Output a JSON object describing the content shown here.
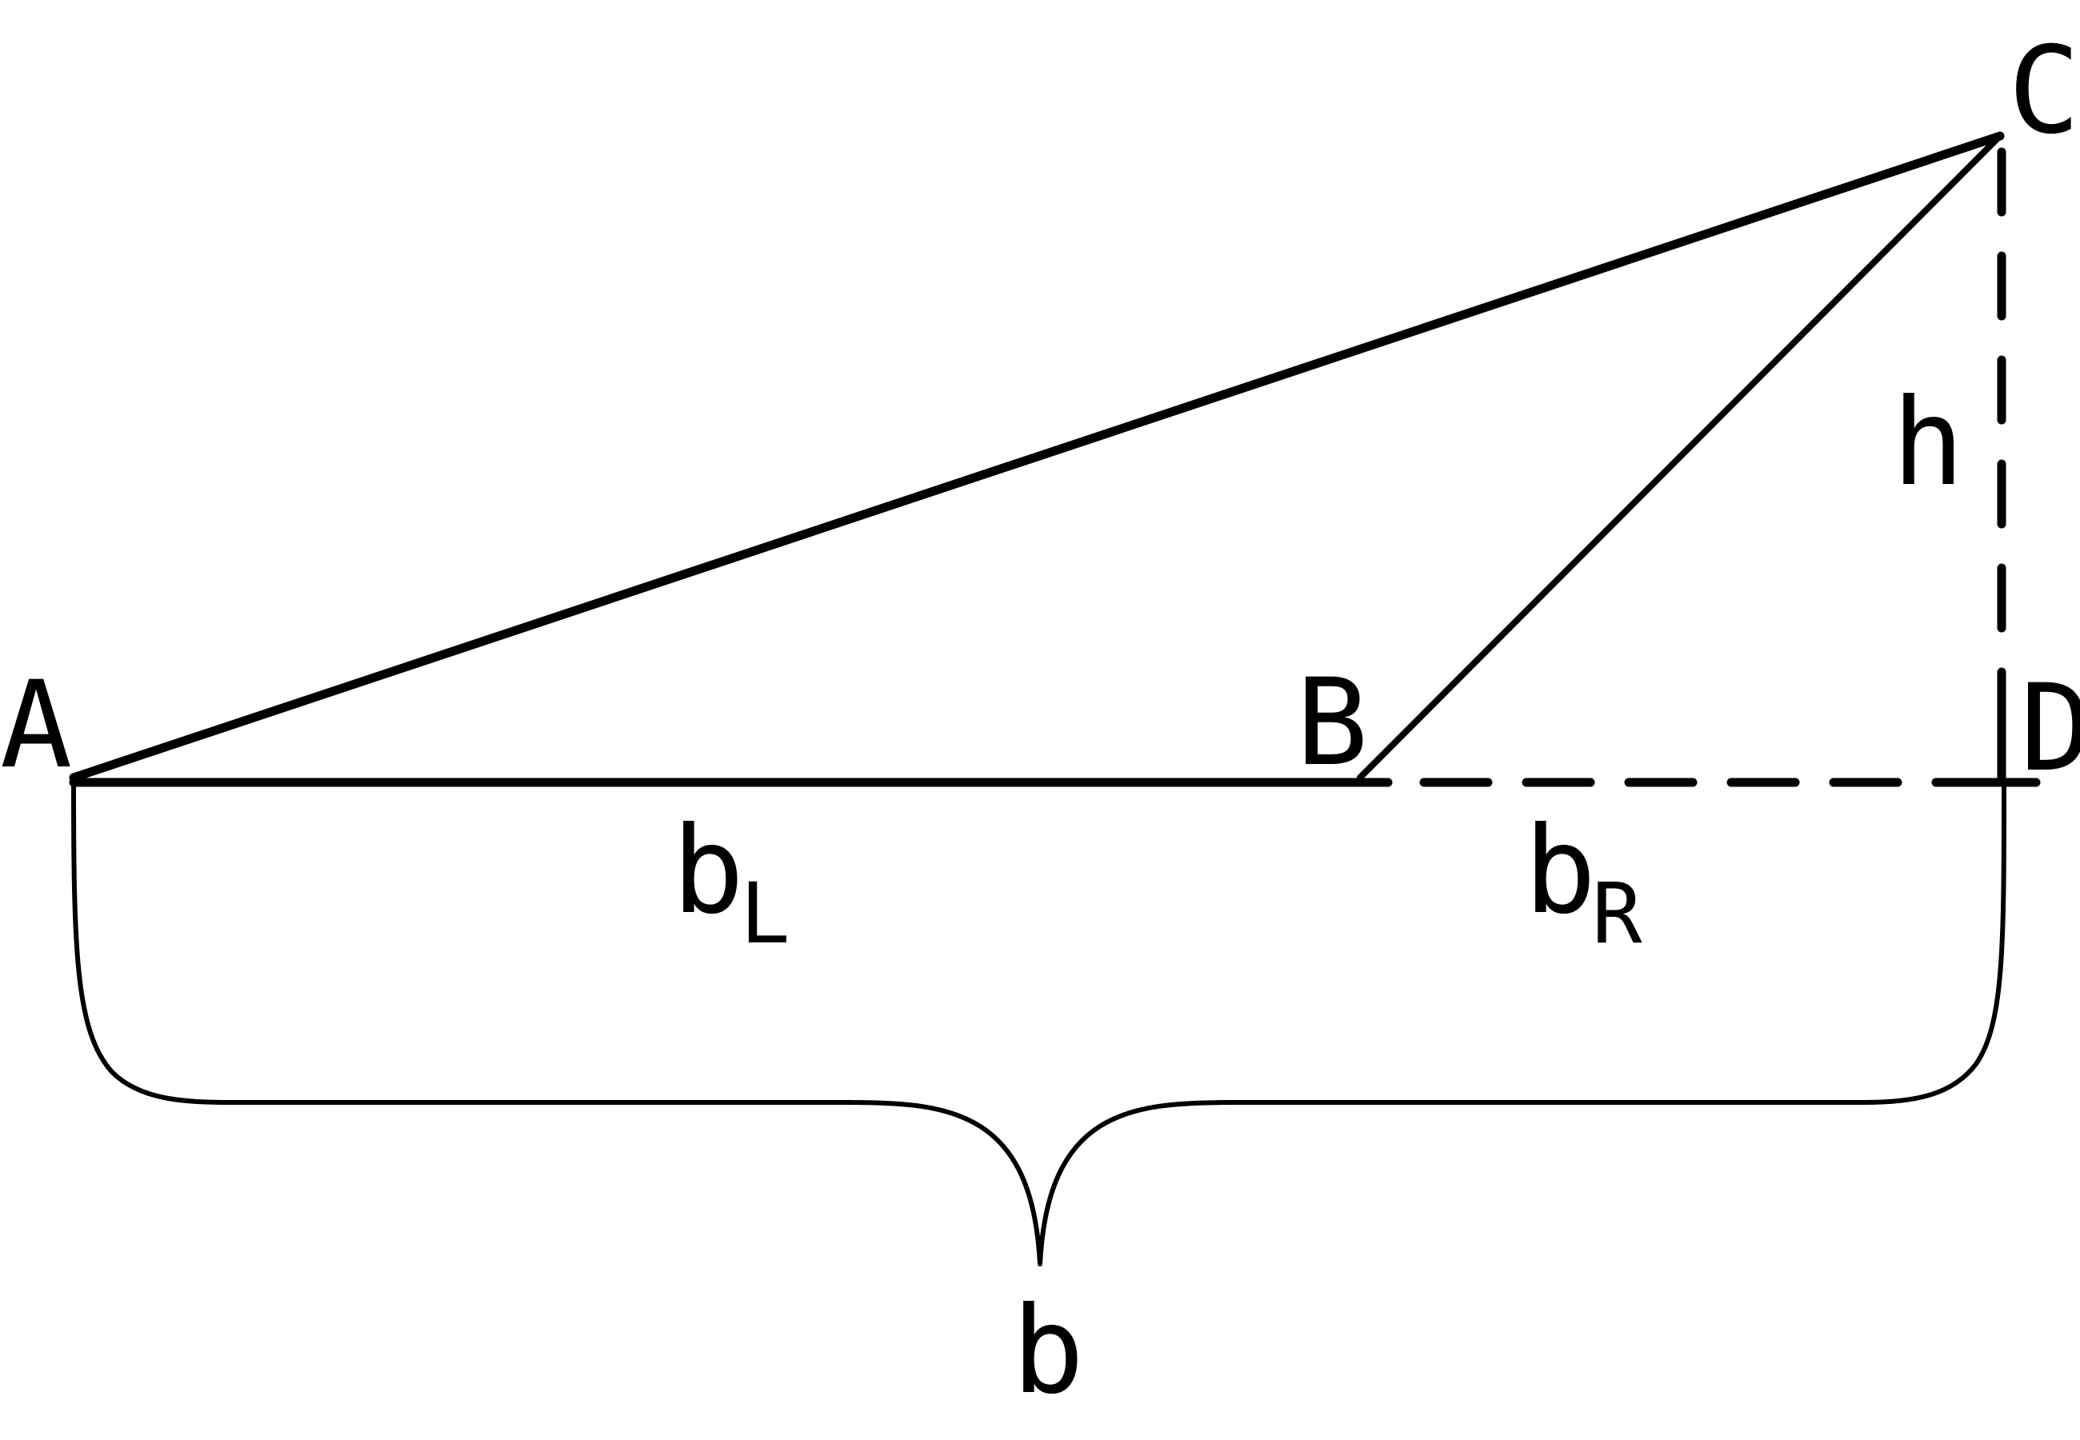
{
  "diagram": {
    "points": {
      "A": "A",
      "B": "B",
      "C": "C",
      "D": "D"
    },
    "labels": {
      "height": "h",
      "base_left": "b",
      "base_left_sub": "L",
      "base_right": "b",
      "base_right_sub": "R",
      "base_total": "b"
    },
    "stroke_color": "#000000",
    "background": "#ffffff"
  }
}
